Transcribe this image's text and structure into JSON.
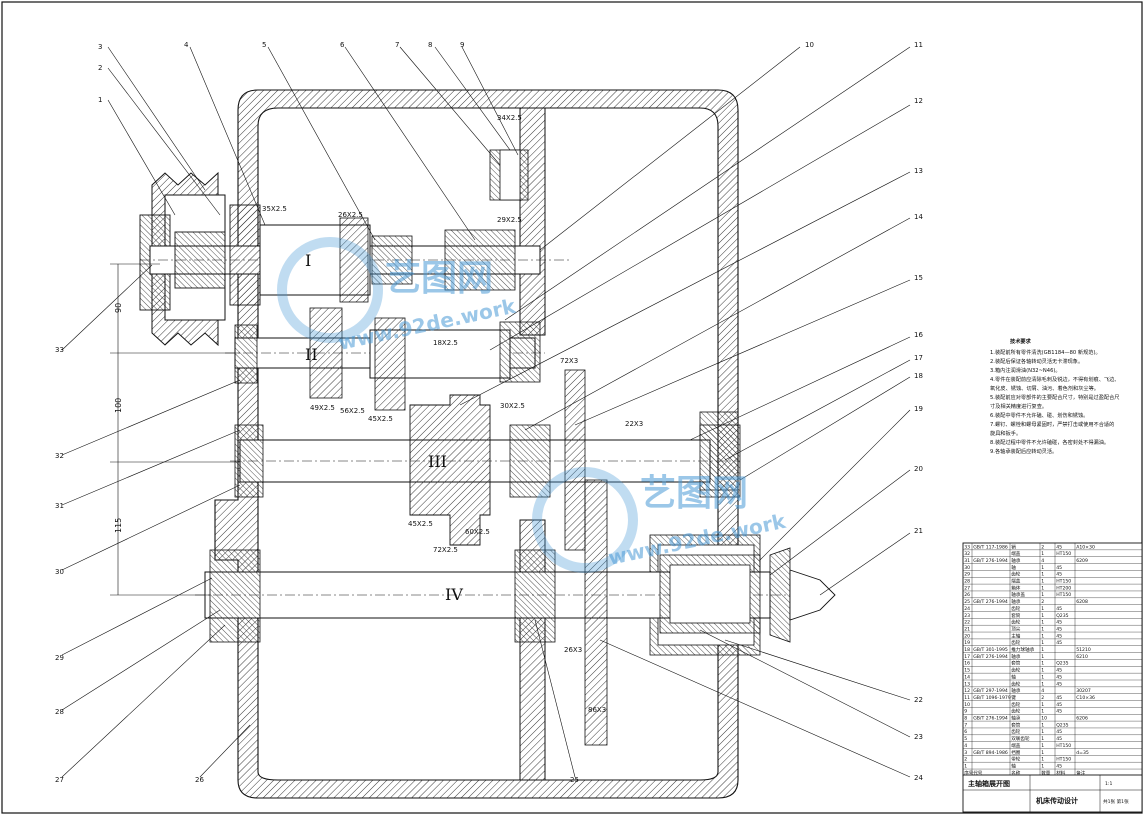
{
  "parts_labels": [
    {
      "n": "1"
    },
    {
      "n": "2"
    },
    {
      "n": "3"
    },
    {
      "n": "4"
    },
    {
      "n": "5"
    },
    {
      "n": "6"
    },
    {
      "n": "7"
    },
    {
      "n": "8"
    },
    {
      "n": "9"
    },
    {
      "n": "10"
    },
    {
      "n": "11"
    },
    {
      "n": "12"
    },
    {
      "n": "13"
    },
    {
      "n": "14"
    },
    {
      "n": "15"
    },
    {
      "n": "16"
    },
    {
      "n": "17"
    },
    {
      "n": "18"
    },
    {
      "n": "19"
    },
    {
      "n": "20"
    },
    {
      "n": "21"
    },
    {
      "n": "22"
    },
    {
      "n": "23"
    },
    {
      "n": "24"
    },
    {
      "n": "25"
    },
    {
      "n": "26"
    },
    {
      "n": "27"
    },
    {
      "n": "28"
    },
    {
      "n": "29"
    },
    {
      "n": "30"
    },
    {
      "n": "31"
    },
    {
      "n": "32"
    },
    {
      "n": "33"
    }
  ],
  "shaft_numerals": [
    "I",
    "II",
    "III",
    "IV"
  ],
  "gear_specs": [
    "34X2.5",
    "29X2.5",
    "35X2.5",
    "26X2.5",
    "18X2.5",
    "49X2.5",
    "56X2.5",
    "45X2.5",
    "30X2.5",
    "72X3",
    "22X3",
    "45X2.5",
    "72X2.5",
    "60X2.5",
    "26X3",
    "86X3"
  ],
  "center_distances": [
    "90",
    "100",
    "115"
  ],
  "tech_notes": {
    "title": "技术要求",
    "lines": [
      "1.装配前所有零件清洗(GB1184—80 新规范)。",
      "2.装配后保证各轴转动灵活无卡滞现象。",
      "3.箱内注润滑油(N32~N46)。",
      "4.零件在装配前应清除毛刺及锐边，不得有划痕、飞边、",
      "氧化皮、锈蚀、切屑、油污、着色剂和灰尘等。",
      "5.装配前应对零部件的主要配合尺寸，特别是过盈配合尺",
      "寸及相关精度进行复查。",
      "6.装配中零件不允许磕、碰、划伤和锈蚀。",
      "7.螺钉、螺栓和螺母紧固时，严禁打击或使用不合适的",
      "旋具和扳手。",
      "8.装配过程中零件不允许磕碰，各密封处不得漏油。",
      "9.各轴承装配后应转动灵活。"
    ]
  },
  "bom_rows": [
    [
      "33",
      "GB/T 117-1986",
      "销",
      "2",
      "45",
      "A10×30"
    ],
    [
      "32",
      "",
      "端盖",
      "1",
      "HT150",
      ""
    ],
    [
      "31",
      "GB/T 276-1994",
      "轴承",
      "4",
      "",
      "6209"
    ],
    [
      "30",
      "",
      "轴",
      "1",
      "45",
      ""
    ],
    [
      "29",
      "",
      "齿轮",
      "1",
      "45",
      ""
    ],
    [
      "28",
      "",
      "端盖",
      "1",
      "HT150",
      ""
    ],
    [
      "27",
      "",
      "箱体",
      "1",
      "HT200",
      ""
    ],
    [
      "26",
      "",
      "轴承盖",
      "1",
      "HT150",
      ""
    ],
    [
      "25",
      "GB/T 276-1994",
      "轴承",
      "2",
      "",
      "6208"
    ],
    [
      "24",
      "",
      "齿轮",
      "1",
      "45",
      ""
    ],
    [
      "23",
      "",
      "套筒",
      "1",
      "Q235",
      ""
    ],
    [
      "22",
      "",
      "齿轮",
      "1",
      "45",
      ""
    ],
    [
      "21",
      "",
      "顶尖",
      "1",
      "45",
      ""
    ],
    [
      "20",
      "",
      "主轴",
      "1",
      "45",
      ""
    ],
    [
      "19",
      "",
      "齿轮",
      "1",
      "45",
      ""
    ],
    [
      "18",
      "GB/T 301-1995",
      "推力球轴承",
      "1",
      "",
      "51210"
    ],
    [
      "17",
      "GB/T 276-1994",
      "轴承",
      "1",
      "",
      "6210"
    ],
    [
      "16",
      "",
      "套筒",
      "1",
      "Q235",
      ""
    ],
    [
      "15",
      "",
      "齿轮",
      "1",
      "45",
      ""
    ],
    [
      "14",
      "",
      "轴",
      "1",
      "45",
      ""
    ],
    [
      "13",
      "",
      "齿轮",
      "1",
      "45",
      ""
    ],
    [
      "12",
      "GB/T 297-1994",
      "轴承",
      "4",
      "",
      "30207"
    ],
    [
      "11",
      "GB/T 1096-1979",
      "键",
      "2",
      "45",
      "C10×36"
    ],
    [
      "10",
      "",
      "齿轮",
      "1",
      "45",
      ""
    ],
    [
      "9",
      "",
      "齿轮",
      "1",
      "45",
      ""
    ],
    [
      "8",
      "GB/T 276-1994",
      "轴承",
      "10",
      "",
      "6206"
    ],
    [
      "7",
      "",
      "套筒",
      "1",
      "Q235",
      ""
    ],
    [
      "6",
      "",
      "齿轮",
      "1",
      "45",
      ""
    ],
    [
      "5",
      "",
      "双联齿轮",
      "1",
      "45",
      ""
    ],
    [
      "4",
      "",
      "端盖",
      "1",
      "HT150",
      ""
    ],
    [
      "3",
      "GB/T 894-1986",
      "挡圈",
      "1",
      "",
      "d=35"
    ],
    [
      "2",
      "",
      "带轮",
      "1",
      "HT150",
      ""
    ],
    [
      "1",
      "",
      "轴",
      "1",
      "45",
      ""
    ]
  ],
  "bom_header": [
    "序号",
    "代号",
    "名称",
    "数量",
    "材料",
    "备注"
  ],
  "title_block": {
    "drawing_title": "主轴箱展开图",
    "project": "机床传动设计",
    "scale": "1:1",
    "sheet": "共1张 第1张"
  },
  "watermarks": [
    {
      "text": "艺图网"
    },
    {
      "text": "www.92de.work"
    },
    {
      "text": "艺图网"
    },
    {
      "text": "www.92de.work"
    }
  ],
  "colors": {
    "line": "#111111",
    "hatch": "#222222",
    "watermark": "#4a9ad6"
  }
}
